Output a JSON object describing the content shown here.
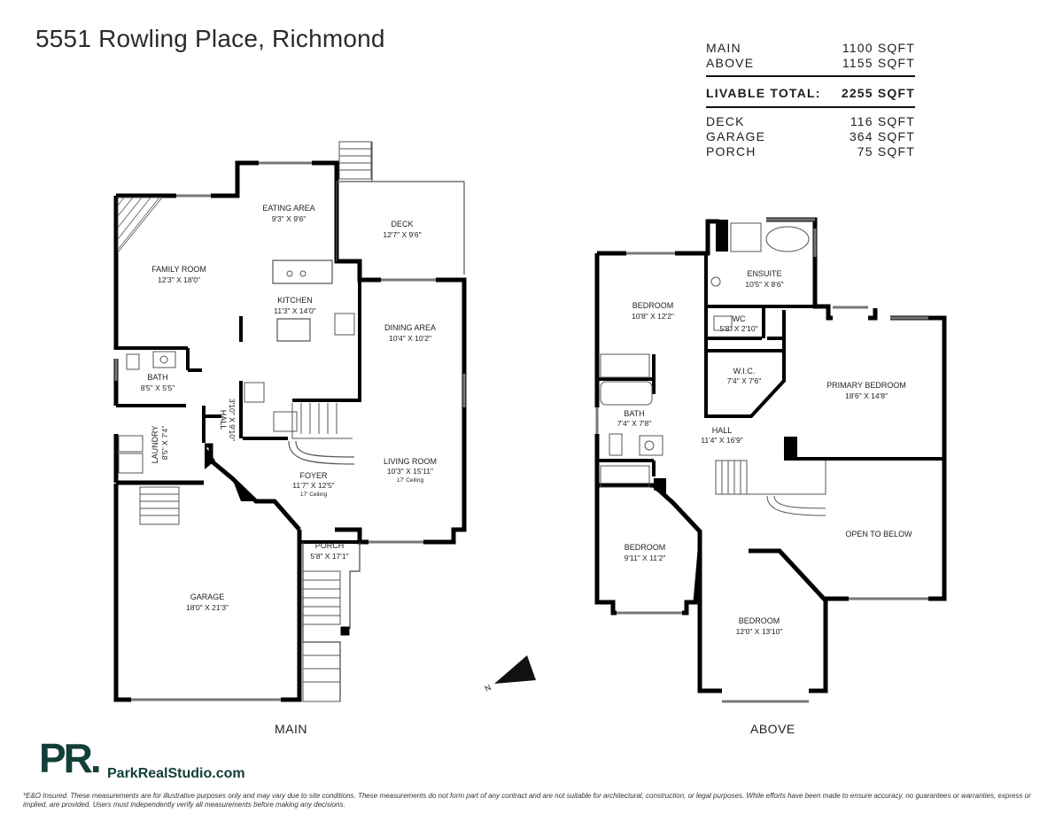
{
  "title": "5551 Rowling Place, Richmond",
  "summary": {
    "main": {
      "label": "MAIN",
      "value": "1100 SQFT"
    },
    "above": {
      "label": "ABOVE",
      "value": "1155 SQFT"
    },
    "total": {
      "label": "LIVABLE TOTAL:",
      "value": "2255 SQFT"
    },
    "deck": {
      "label": "DECK",
      "value": "116 SQFT"
    },
    "garage": {
      "label": "GARAGE",
      "value": "364 SQFT"
    },
    "porch": {
      "label": "PORCH",
      "value": "75 SQFT"
    }
  },
  "main_floor": {
    "label": "MAIN",
    "eating": {
      "name": "EATING AREA",
      "dim": "9'3\" X 9'6\""
    },
    "deck": {
      "name": "DECK",
      "dim": "12'7\" X 9'6\""
    },
    "family": {
      "name": "FAMILY ROOM",
      "dim": "12'3\" X 18'0\""
    },
    "kitchen": {
      "name": "KITCHEN",
      "dim": "11'3\" X 14'0\""
    },
    "dining": {
      "name": "DINING AREA",
      "dim": "10'4\" X 10'2\""
    },
    "bath": {
      "name": "BATH",
      "dim": "8'5\" X 5'5\""
    },
    "hall": {
      "name": "HALL",
      "dim": "3'10\" X 9'10\""
    },
    "laundry": {
      "name": "LAUNDRY",
      "dim": "8'5\" X 7'4\""
    },
    "living": {
      "name": "LIVING ROOM",
      "dim": "10'3\" X 15'11\"",
      "note": "17' Ceiling"
    },
    "foyer": {
      "name": "FOYER",
      "dim": "11'7\" X 12'5\"",
      "note": "17' Ceiling"
    },
    "porch": {
      "name": "PORCH",
      "dim": "5'8\" X 17'1\""
    },
    "garage": {
      "name": "GARAGE",
      "dim": "18'0\" X 21'3\""
    }
  },
  "above_floor": {
    "label": "ABOVE",
    "ensuite": {
      "name": "ENSUITE",
      "dim": "10'5\" X 8'6\""
    },
    "bedroom1": {
      "name": "BEDROOM",
      "dim": "10'8\" X 12'2\""
    },
    "wc": {
      "name": "WC",
      "dim": "5'8\" X 2'10\""
    },
    "wic": {
      "name": "W.I.C.",
      "dim": "7'4\" X 7'6\""
    },
    "primary": {
      "name": "PRIMARY BEDROOM",
      "dim": "18'6\" X 14'8\""
    },
    "bath": {
      "name": "BATH",
      "dim": "7'4\" X 7'8\""
    },
    "hall": {
      "name": "HALL",
      "dim": "11'4\" X 16'9\""
    },
    "open": {
      "name": "OPEN TO BELOW"
    },
    "bedroom2": {
      "name": "BEDROOM",
      "dim": "9'11\" X 11'2\""
    },
    "bedroom3": {
      "name": "BEDROOM",
      "dim": "12'0\" X 13'10\""
    }
  },
  "north_label": "N",
  "logo": {
    "mark": "PR.",
    "text": "ParkRealStudio.com",
    "color": "#123f37"
  },
  "disclaimer": "*E&O Insured. These measurements are for illustrative purposes only and may vary due to site conditions. These measurements do not form part of any contract and are not suitable for architectural, construction, or legal purposes. While efforts have been made to ensure accuracy, no guarantees or warranties, express or implied, are provided. Users must independently verify all measurements before making any decisions."
}
